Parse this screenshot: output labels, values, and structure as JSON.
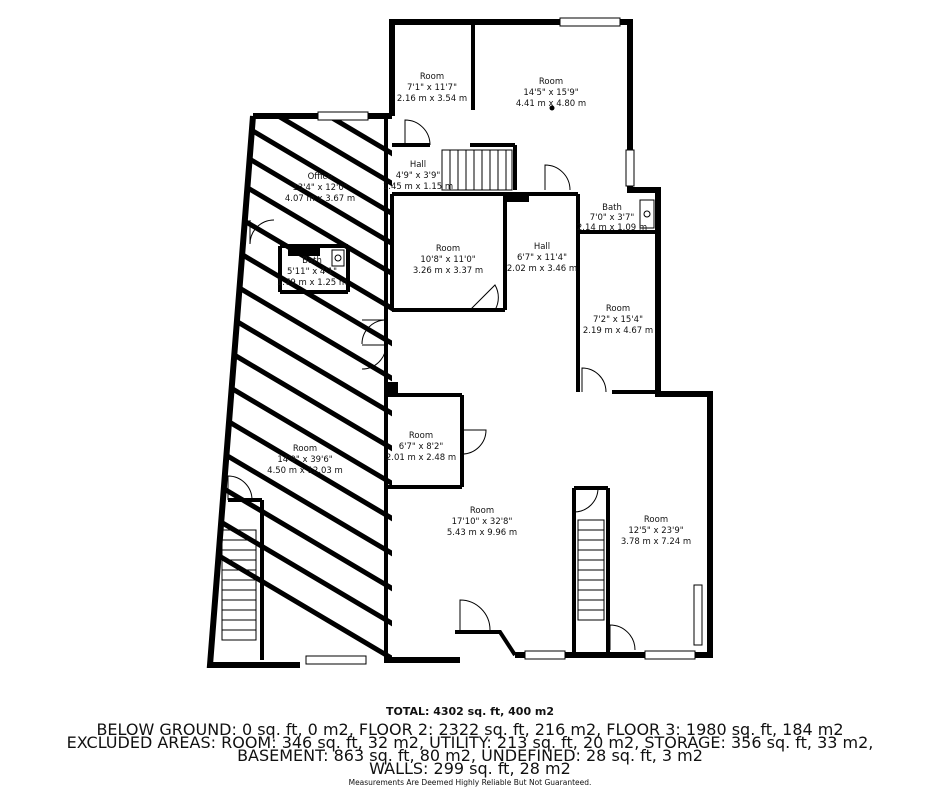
{
  "rooms": {
    "room_top_small": {
      "name": "Room",
      "imperial": "7'1\" x 11'7\"",
      "metric": "2.16 m x 3.54 m"
    },
    "room_top_large": {
      "name": "Room",
      "imperial": "14'5\" x 15'9\"",
      "metric": "4.41 m x 4.80 m"
    },
    "hall_upper": {
      "name": "Hall",
      "imperial": "4'9\" x 3'9\"",
      "metric": "1.45 m x 1.15 m"
    },
    "office": {
      "name": "Office",
      "imperial": "13'4\" x 12'0\"",
      "metric": "4.07 m x 3.67 m"
    },
    "bath_right": {
      "name": "Bath",
      "imperial": "7'0\" x 3'7\"",
      "metric": "2.14 m x 1.09 m"
    },
    "room_mid": {
      "name": "Room",
      "imperial": "10'8\" x 11'0\"",
      "metric": "3.26 m x 3.37 m"
    },
    "hall_mid": {
      "name": "Hall",
      "imperial": "6'7\" x 11'4\"",
      "metric": "2.02 m x 3.46 m"
    },
    "bath_left": {
      "name": "Bath",
      "imperial": "5'11\" x 4'1\"",
      "metric": "1.79 m x 1.25 m"
    },
    "room_right_mid": {
      "name": "Room",
      "imperial": "7'2\" x 15'4\"",
      "metric": "2.19 m x 4.67 m"
    },
    "room_small_center": {
      "name": "Room",
      "imperial": "6'7\" x 8'2\"",
      "metric": "2.01 m x 2.48 m"
    },
    "room_left_large": {
      "name": "Room",
      "imperial": "14'9\" x 39'6\"",
      "metric": "4.50 m x 12.03 m"
    },
    "room_main": {
      "name": "Room",
      "imperial": "17'10\" x 32'8\"",
      "metric": "5.43 m x 9.96 m"
    },
    "room_right_large": {
      "name": "Room",
      "imperial": "12'5\" x 23'9\"",
      "metric": "3.78 m x 7.24 m"
    }
  },
  "summary": {
    "total": "TOTAL: 4302 sq. ft, 400 m2",
    "line1": "BELOW GROUND: 0 sq. ft, 0 m2, FLOOR 2: 2322 sq. ft, 216 m2, FLOOR 3: 1980 sq. ft, 184 m2",
    "line2": "EXCLUDED AREAS: ROOM: 346 sq. ft, 32 m2, UTILITY: 213 sq. ft, 20 m2, STORAGE: 356 sq. ft, 33 m2,",
    "line3": "BASEMENT: 863 sq. ft, 80 m2, UNDEFINED: 28 sq. ft, 3 m2",
    "line4": "WALLS: 299 sq. ft, 28 m2",
    "disclaimer": "Measurements Are Deemed Highly Reliable But Not Guaranteed."
  }
}
